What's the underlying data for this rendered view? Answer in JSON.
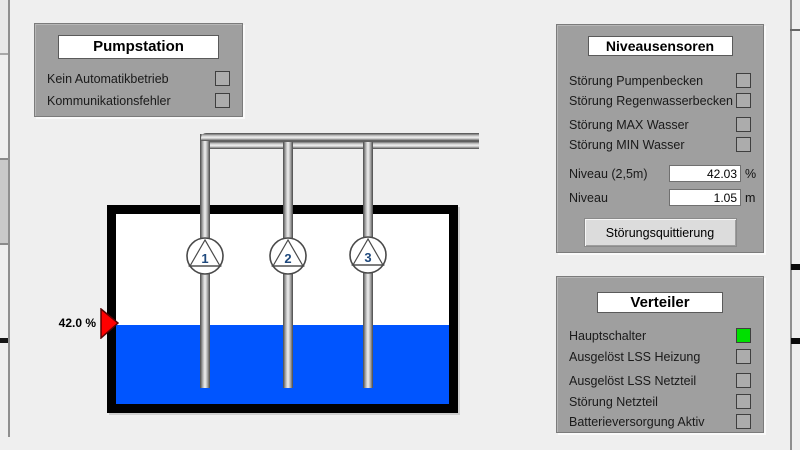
{
  "pumpstation": {
    "title": "Pumpstation",
    "rows": [
      {
        "label": "Kein Automatikbetrieb",
        "state": "off"
      },
      {
        "label": "Kommunikationsfehler",
        "state": "off"
      }
    ]
  },
  "niveausensoren": {
    "title": "Niveausensoren",
    "alarms": [
      {
        "label": "Störung Pumpenbecken",
        "state": "off"
      },
      {
        "label": "Störung Regenwasserbecken",
        "state": "off"
      },
      {
        "label": "Störung MAX Wasser",
        "state": "off"
      },
      {
        "label": "Störung MIN Wasser",
        "state": "off"
      }
    ],
    "values": [
      {
        "label": "Niveau (2,5m)",
        "value": "42.03",
        "unit": "%"
      },
      {
        "label": "Niveau",
        "value": "1.05",
        "unit": "m"
      }
    ],
    "ack_button": "Störungsquittierung"
  },
  "verteiler": {
    "title": "Verteiler",
    "rows": [
      {
        "label": "Hauptschalter",
        "state": "on"
      },
      {
        "label": "Ausgelöst LSS Heizung",
        "state": "off"
      },
      {
        "label": "Ausgelöst LSS Netzteil",
        "state": "off"
      },
      {
        "label": "Störung Netzteil",
        "state": "off"
      },
      {
        "label": "Batterieversorgung Aktiv",
        "state": "off"
      }
    ]
  },
  "tank": {
    "level_text": "42.0 %",
    "level_percent": 42.0,
    "water_color": "#0055FF"
  },
  "pumps": [
    {
      "number": "1"
    },
    {
      "number": "2"
    },
    {
      "number": "3"
    }
  ],
  "colors": {
    "panel_bg": "#9F9F9F",
    "indicator_off": "#ACACAC",
    "indicator_on": "#00E000",
    "water": "#0055FF",
    "level_arrow": "#FF0000",
    "pump_number": "#1F497D"
  }
}
